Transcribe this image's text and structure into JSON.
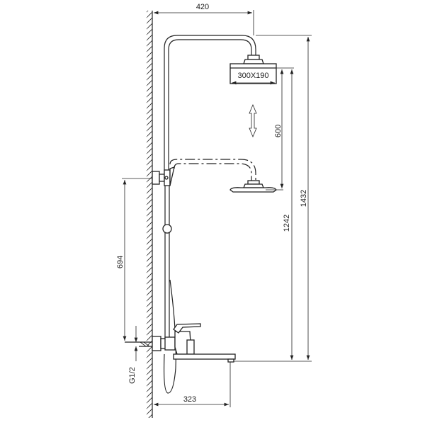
{
  "drawing": {
    "dimensions": {
      "top_width": "420",
      "head_size": "300X190",
      "slide_travel": "600",
      "spout_height": "1242",
      "total_height": "1432",
      "bracket_height": "694",
      "inlet": "G1/2",
      "spout_reach": "323"
    },
    "line_color": "#222222"
  }
}
